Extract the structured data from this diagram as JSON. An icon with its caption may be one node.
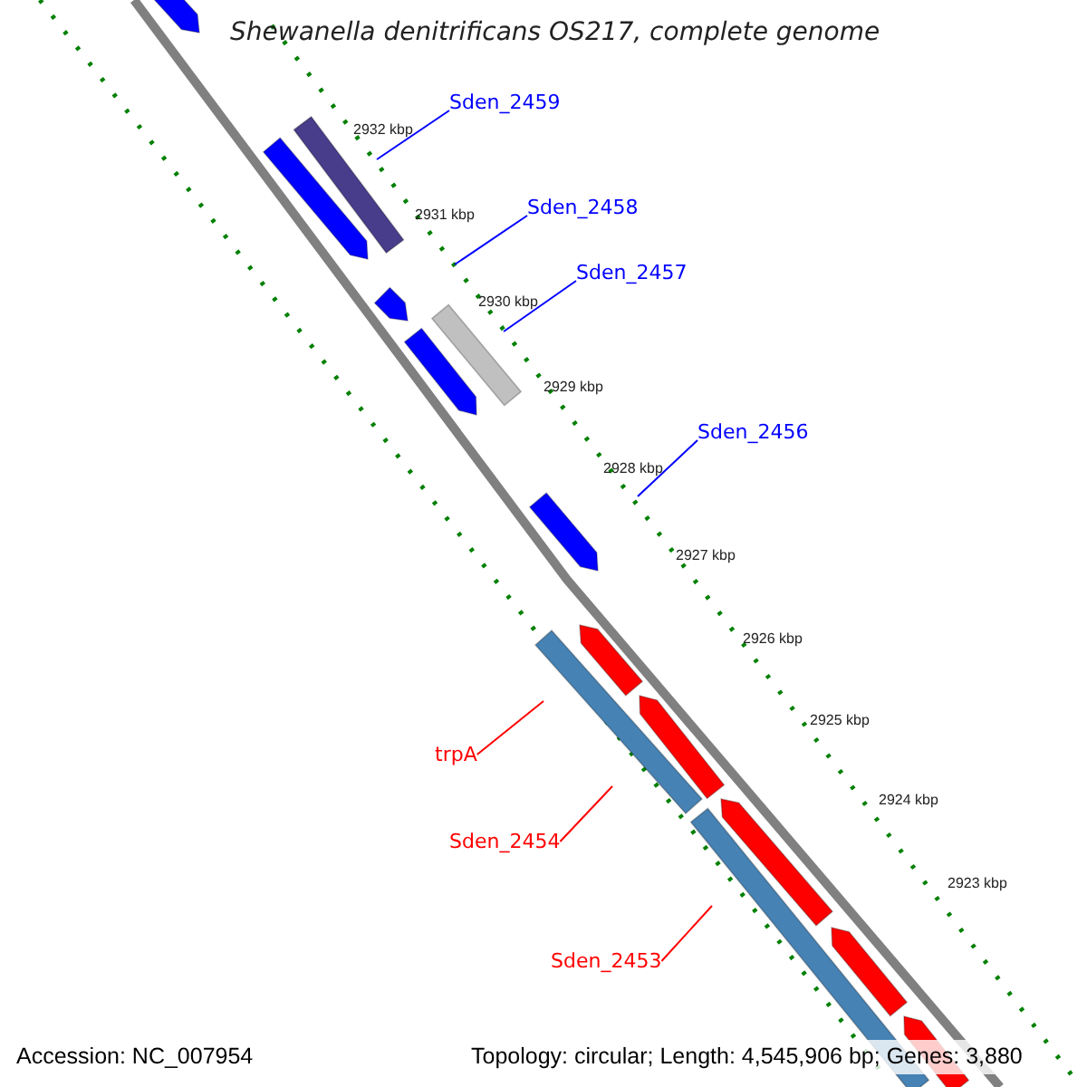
{
  "diagram": {
    "title": "Shewanella denitrificans OS217, complete genome",
    "nodes": [
      {
        "text": [
          "Sden_2459"
        ]
      },
      {
        "text": [
          "Sden_2458"
        ]
      },
      {
        "text": [
          "Sden_2457"
        ]
      },
      {
        "text": [
          "Sden_2456"
        ]
      },
      {
        "text": [
          "trpA"
        ]
      },
      {
        "text": [
          "Sden_2454"
        ]
      },
      {
        "text": [
          "Sden_2453"
        ]
      }
    ],
    "edges": [
      {
        "from": 0,
        "to": null,
        "arrow": "none",
        "color": "#0000ff"
      },
      {
        "from": 1,
        "to": null,
        "arrow": "none",
        "color": "#0000ff"
      },
      {
        "from": 2,
        "to": null,
        "arrow": "none",
        "color": "#0000ff"
      },
      {
        "from": 3,
        "to": null,
        "arrow": "none",
        "color": "#0000ff"
      },
      {
        "from": 4,
        "to": null,
        "arrow": "none",
        "color": "#ff0000"
      },
      {
        "from": 5,
        "to": null,
        "arrow": "none",
        "color": "#ff0000"
      },
      {
        "from": 6,
        "to": null,
        "arrow": "none",
        "color": "#ff0000"
      }
    ],
    "labels": [
      "2932 kbp",
      "2931 kbp",
      "2930 kbp",
      "2929 kbp",
      "2928 kbp",
      "2927 kbp",
      "2926 kbp",
      "2925 kbp",
      "2924 kbp",
      "2923 kbp",
      "Accession: NC_007954",
      "Topology: circular; Length: 4,545,906 bp; Genes: 3,880"
    ]
  }
}
